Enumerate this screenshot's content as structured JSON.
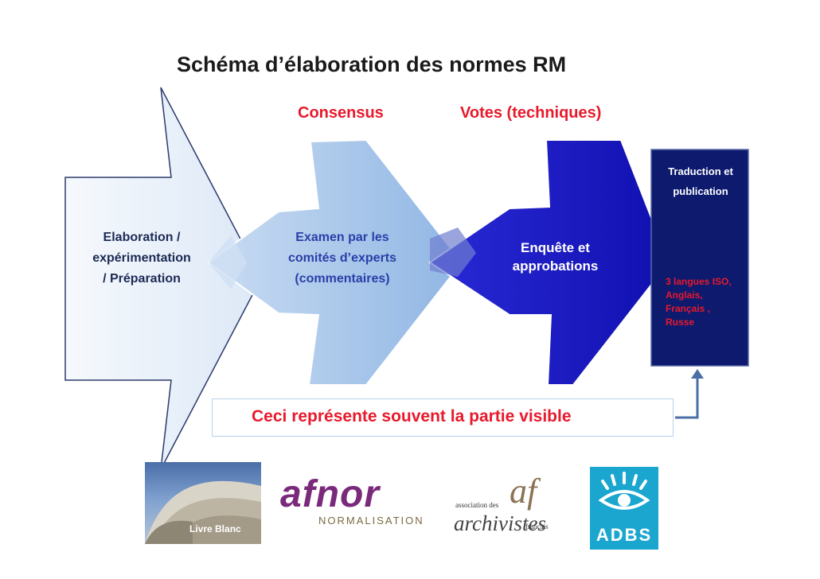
{
  "title": "Schéma d’élaboration des normes RM",
  "phase_labels": {
    "consensus": "Consensus",
    "votes": "Votes (techniques)"
  },
  "steps": {
    "step1": [
      "Elaboration /",
      "expérimentation",
      "/ Préparation"
    ],
    "step2": [
      "Examen par les",
      "comités d’experts",
      "(commentaires)"
    ],
    "step3": [
      "Enquête et",
      "approbations"
    ]
  },
  "publication": {
    "title": [
      "Traduction et",
      "publication"
    ],
    "languages": [
      "3 langues ISO,",
      "Anglais,",
      "Français ,",
      "Russe"
    ]
  },
  "visible_note": "Ceci représente souvent la partie visible",
  "logos": {
    "livre_blanc": "Livre Blanc",
    "afnor_word": "afnor",
    "afnor_sub": "NORMALISATION",
    "aaf_assoc": "association des",
    "aaf_arch": "archivistes",
    "aaf_fr": "français",
    "aaf_mark": "af",
    "adbs": "ADBS"
  },
  "colors": {
    "step1_fill": "#eef4fb",
    "step2_fill": "#a9c8ec",
    "step3_fill": "#1a1acc",
    "publication_fill": "#0d1a6e",
    "accent_red": "#e8192c",
    "arrow_line": "#4a6fa5"
  }
}
